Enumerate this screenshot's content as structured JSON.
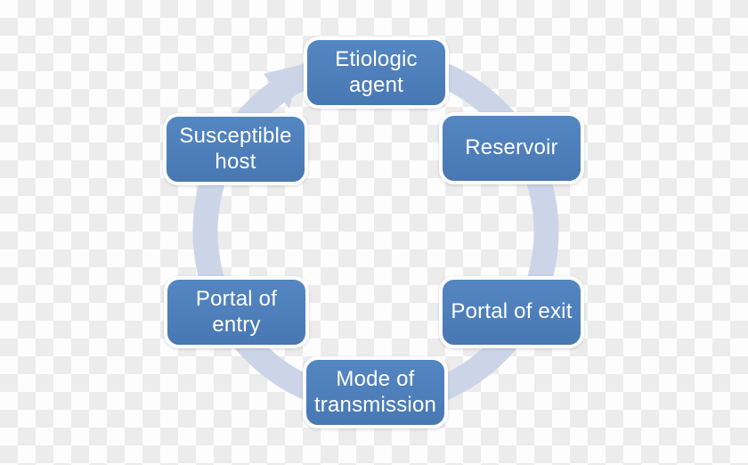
{
  "diagram": {
    "type": "cycle",
    "flow_direction": "clockwise",
    "nodes": [
      {
        "id": "etiologic-agent",
        "label": "Etiologic\nagent"
      },
      {
        "id": "reservoir",
        "label": "Reservoir"
      },
      {
        "id": "portal-of-exit",
        "label": "Portal of exit"
      },
      {
        "id": "mode-of-transmission",
        "label": "Mode of\ntransmission"
      },
      {
        "id": "portal-of-entry",
        "label": "Portal of\nentry"
      },
      {
        "id": "susceptible-host",
        "label": "Susceptible\nhost"
      }
    ],
    "colors": {
      "node_fill": "#4d7eba",
      "node_border": "#ffffff",
      "node_text": "#ffffff",
      "arrow_band": "#ccd5e8",
      "checker_light": "#fdfdfd",
      "checker_dark": "#ececec"
    }
  }
}
